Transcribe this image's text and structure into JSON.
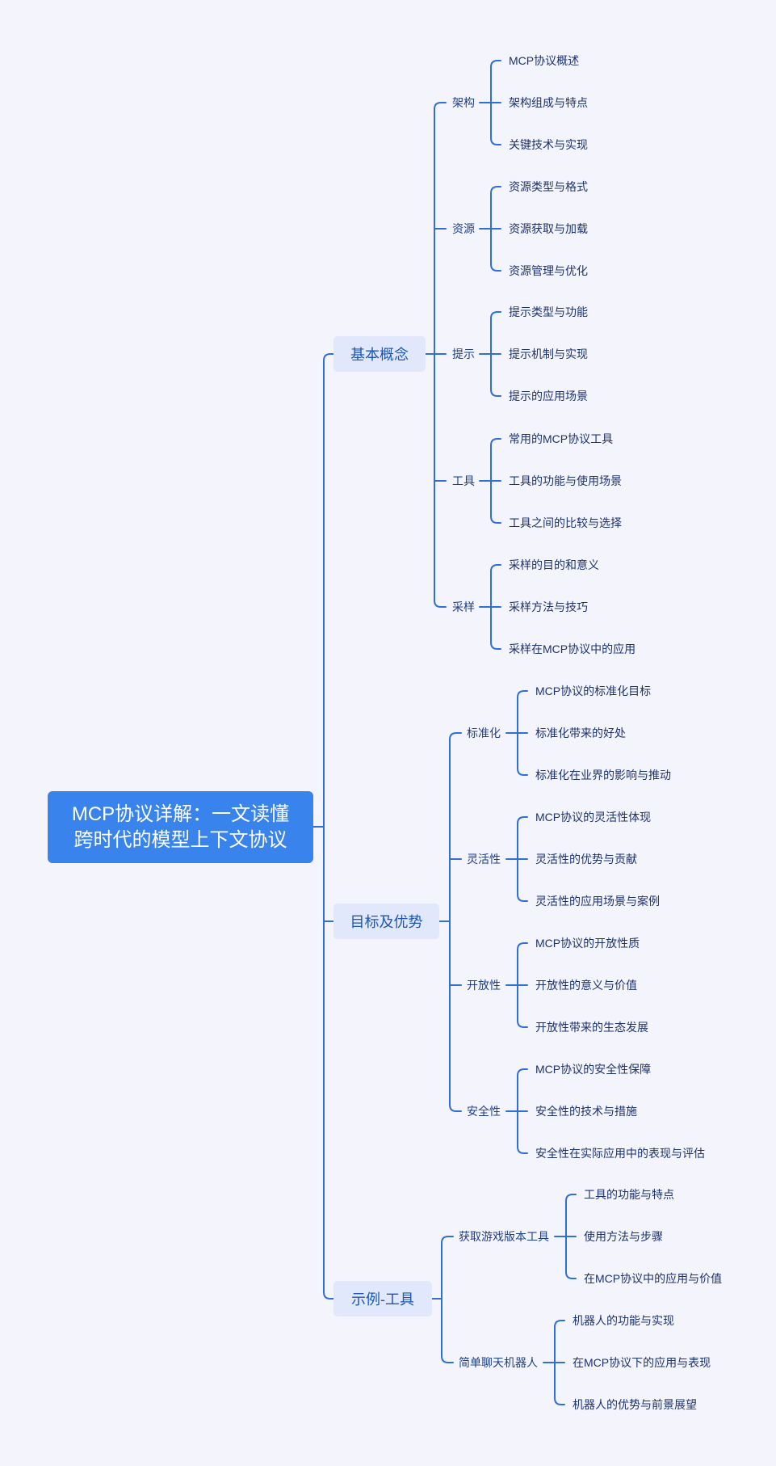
{
  "root": {
    "line1": "MCP协议详解：一文读懂",
    "line2": "跨时代的模型上下文协议"
  },
  "branches": [
    {
      "label": "基本概念",
      "children": [
        {
          "label": "架构",
          "leaves": [
            "MCP协议概述",
            "架构组成与特点",
            "关键技术与实现"
          ]
        },
        {
          "label": "资源",
          "leaves": [
            "资源类型与格式",
            "资源获取与加载",
            "资源管理与优化"
          ]
        },
        {
          "label": "提示",
          "leaves": [
            "提示类型与功能",
            "提示机制与实现",
            "提示的应用场景"
          ]
        },
        {
          "label": "工具",
          "leaves": [
            "常用的MCP协议工具",
            "工具的功能与使用场景",
            "工具之间的比较与选择"
          ]
        },
        {
          "label": "采样",
          "leaves": [
            "采样的目的和意义",
            "采样方法与技巧",
            "采样在MCP协议中的应用"
          ]
        }
      ]
    },
    {
      "label": "目标及优势",
      "children": [
        {
          "label": "标准化",
          "leaves": [
            "MCP协议的标准化目标",
            "标准化带来的好处",
            "标准化在业界的影响与推动"
          ]
        },
        {
          "label": "灵活性",
          "leaves": [
            "MCP协议的灵活性体现",
            "灵活性的优势与贡献",
            "灵活性的应用场景与案例"
          ]
        },
        {
          "label": "开放性",
          "leaves": [
            "MCP协议的开放性质",
            "开放性的意义与价值",
            "开放性带来的生态发展"
          ]
        },
        {
          "label": "安全性",
          "leaves": [
            "MCP协议的安全性保障",
            "安全性的技术与措施",
            "安全性在实际应用中的表现与评估"
          ]
        }
      ]
    },
    {
      "label": "示例-工具",
      "children": [
        {
          "label": "获取游戏版本工具",
          "leaves": [
            "工具的功能与特点",
            "使用方法与步骤",
            "在MCP协议中的应用与价值"
          ]
        },
        {
          "label": "简单聊天机器人",
          "leaves": [
            "机器人的功能与实现",
            "在MCP协议下的应用与表现",
            "机器人的优势与前景展望"
          ]
        }
      ]
    }
  ]
}
